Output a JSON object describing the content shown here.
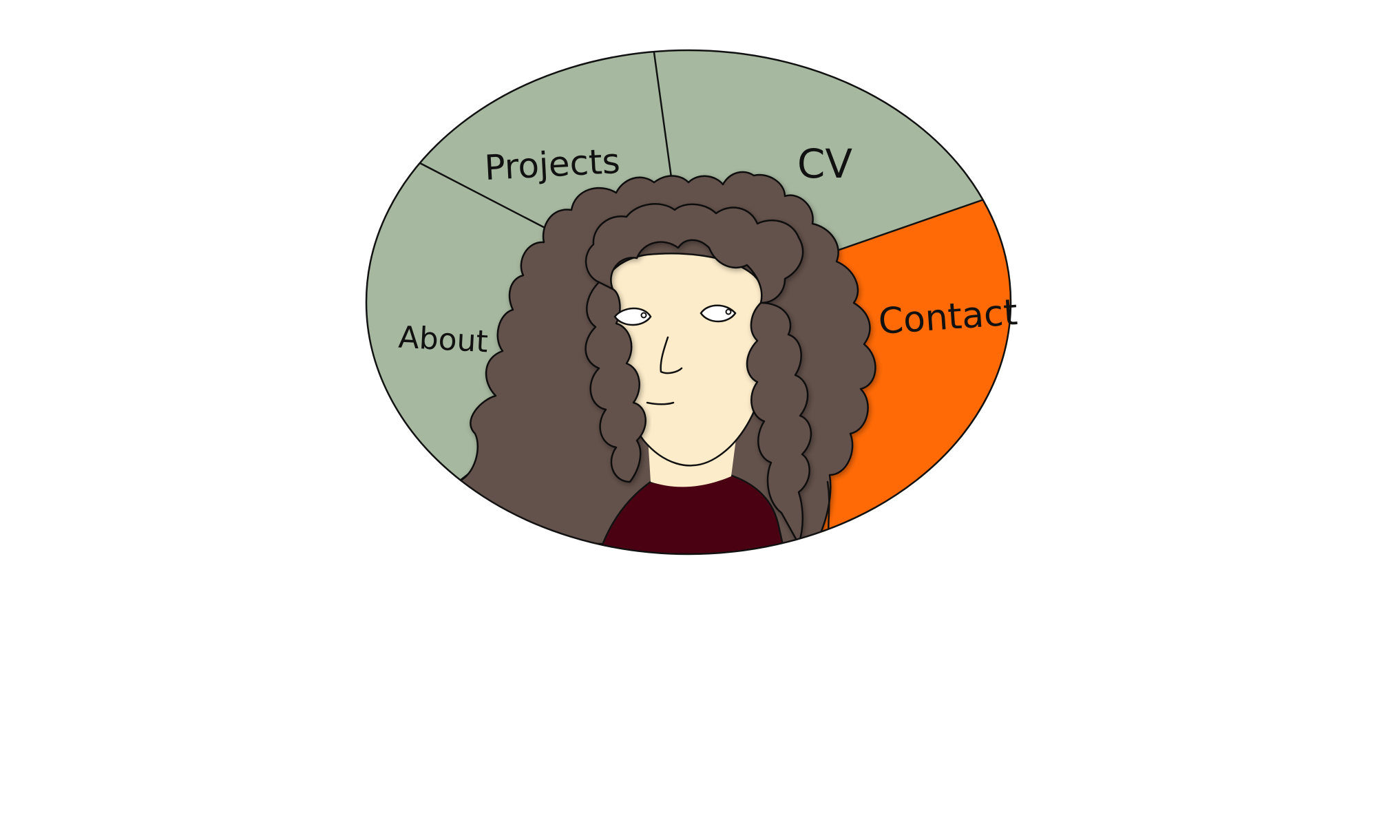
{
  "nav": {
    "items": [
      {
        "id": "about",
        "label": "About"
      },
      {
        "id": "projects",
        "label": "Projects"
      },
      {
        "id": "cv",
        "label": "CV"
      },
      {
        "id": "contact",
        "label": "Contact"
      }
    ],
    "active": "contact"
  },
  "colors": {
    "segment": "#a7b8a0",
    "active_segment": "#ff6a06",
    "hair": "#64514b",
    "skin": "#fdecca",
    "shirt": "#4a0213",
    "outline": "#111111"
  },
  "icons": {
    "portrait": "portrait-illustration-icon"
  }
}
